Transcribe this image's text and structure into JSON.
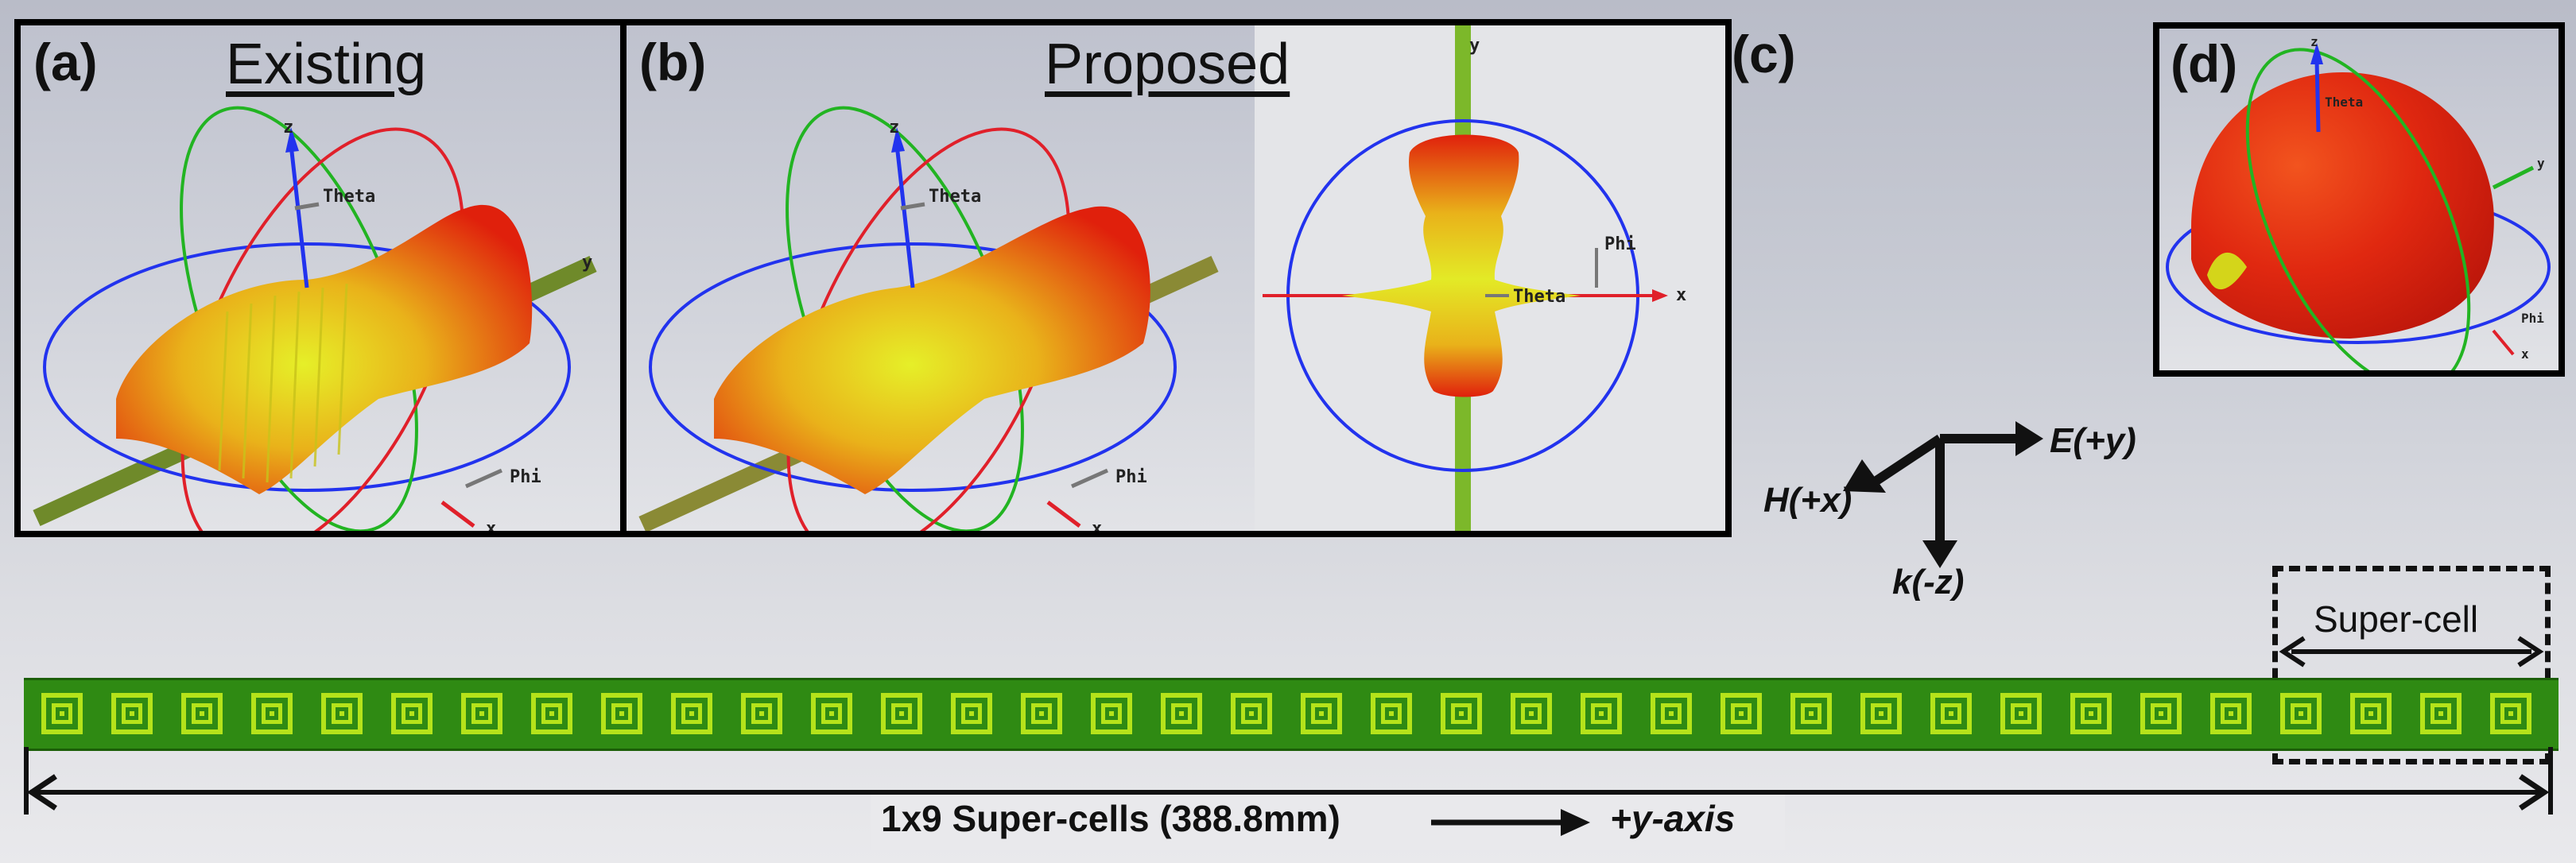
{
  "panels": {
    "a": {
      "label": "(a)",
      "title": "Existing"
    },
    "b": {
      "label": "(b)",
      "title": "Proposed"
    },
    "c": {
      "label": "(c)"
    },
    "d": {
      "label": "(d)"
    }
  },
  "axes": {
    "z": "z",
    "x": "x",
    "y": "y",
    "theta": "Theta",
    "phi": "Phi"
  },
  "fields": {
    "e": "E(+y)",
    "h": "H(+x)",
    "k": "k(-z)"
  },
  "supercell_label": "Super-cell",
  "bottom": {
    "length_label": "1x9 Super-cells (388.8mm)",
    "axis_label": "+y-axis"
  },
  "colors": {
    "strip": "#2f8a13",
    "cell": "#b5e31a",
    "lobe_red": "#e4200a",
    "lobe_yellow": "#d8e41a"
  }
}
